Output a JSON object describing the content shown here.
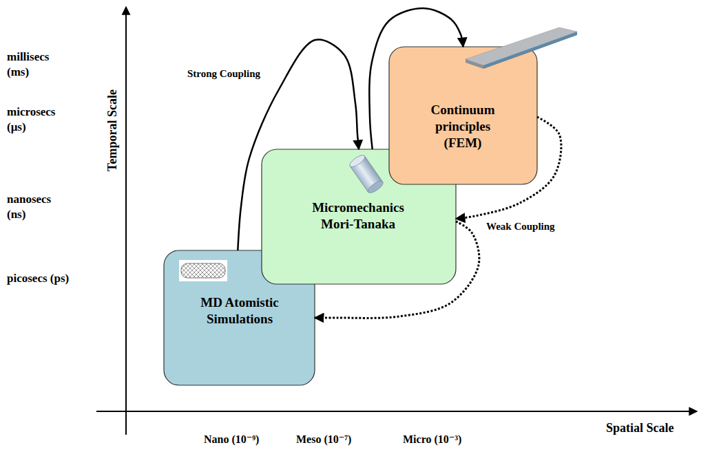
{
  "diagram": {
    "nodes": [
      {
        "text": [
          "MD Atomistic Simulations"
        ]
      },
      {
        "text": [
          "Micromechanics Mori-Tanaka"
        ]
      },
      {
        "text": [
          "Continuum principles (FEM)"
        ]
      }
    ],
    "edges": [
      {
        "from": 0,
        "to": 1,
        "arrow": "to"
      },
      {
        "from": 1,
        "to": 2,
        "arrow": "to"
      },
      {
        "from": 2,
        "to": 1,
        "arrow": "to"
      },
      {
        "from": 1,
        "to": 0,
        "arrow": "to"
      }
    ],
    "labels": [
      "millisecs (ms)",
      "microsecs (μs)",
      "nanosecs (ns)",
      "picosecs (ps)",
      "Temporal Scale",
      "Strong Coupling",
      "Weak Coupling",
      "Nano (10⁻⁹)",
      "Meso (10⁻⁷)",
      "Micro (10⁻³)",
      "Spatial Scale"
    ]
  }
}
